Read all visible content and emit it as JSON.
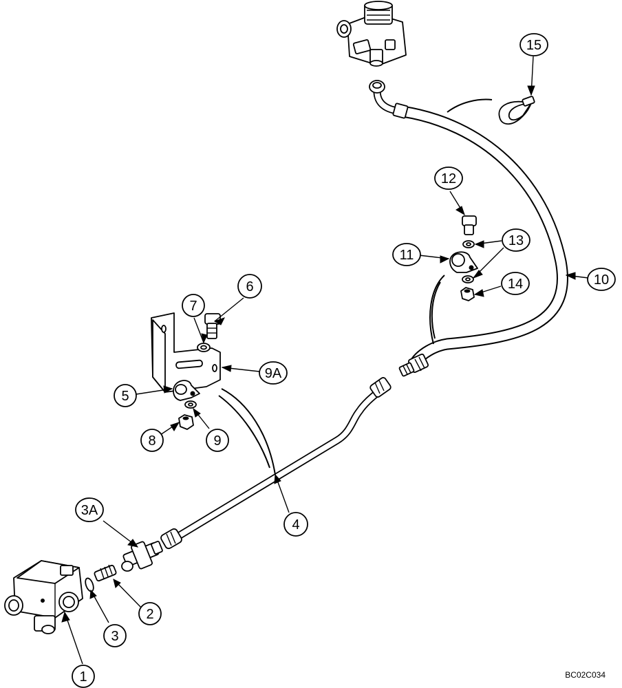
{
  "callouts": [
    {
      "id": "c1",
      "label": "1"
    },
    {
      "id": "c2",
      "label": "2"
    },
    {
      "id": "c3",
      "label": "3"
    },
    {
      "id": "c3a",
      "label": "3A"
    },
    {
      "id": "c4",
      "label": "4"
    },
    {
      "id": "c5",
      "label": "5"
    },
    {
      "id": "c6",
      "label": "6"
    },
    {
      "id": "c7",
      "label": "7"
    },
    {
      "id": "c8",
      "label": "8"
    },
    {
      "id": "c9",
      "label": "9"
    },
    {
      "id": "c9a",
      "label": "9A"
    },
    {
      "id": "c10",
      "label": "10"
    },
    {
      "id": "c11",
      "label": "11"
    },
    {
      "id": "c12",
      "label": "12"
    },
    {
      "id": "c13",
      "label": "13"
    },
    {
      "id": "c14",
      "label": "14"
    },
    {
      "id": "c15",
      "label": "15"
    }
  ],
  "drawing_code": "BC02C034",
  "line_color": "#000000",
  "background_color": "#ffffff"
}
